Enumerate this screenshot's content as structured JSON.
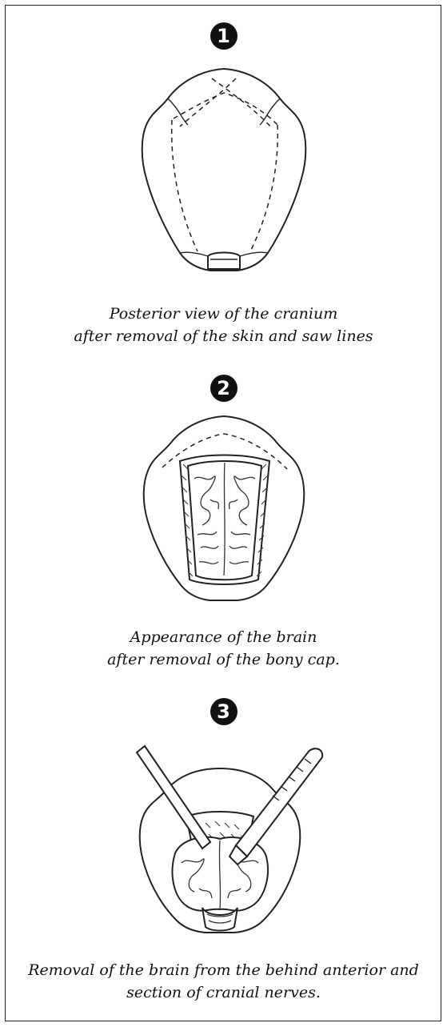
{
  "steps": [
    {
      "number": "1",
      "caption_line1": "Posterior view of the cranium",
      "caption_line2": "after removal of the skin and saw lines"
    },
    {
      "number": "2",
      "caption_line1": "Appearance of the brain",
      "caption_line2": "after removal of the bony cap."
    },
    {
      "number": "3",
      "caption_line1": "Removal of the brain from the behind anterior and",
      "caption_line2": "section of cranial nerves."
    }
  ]
}
